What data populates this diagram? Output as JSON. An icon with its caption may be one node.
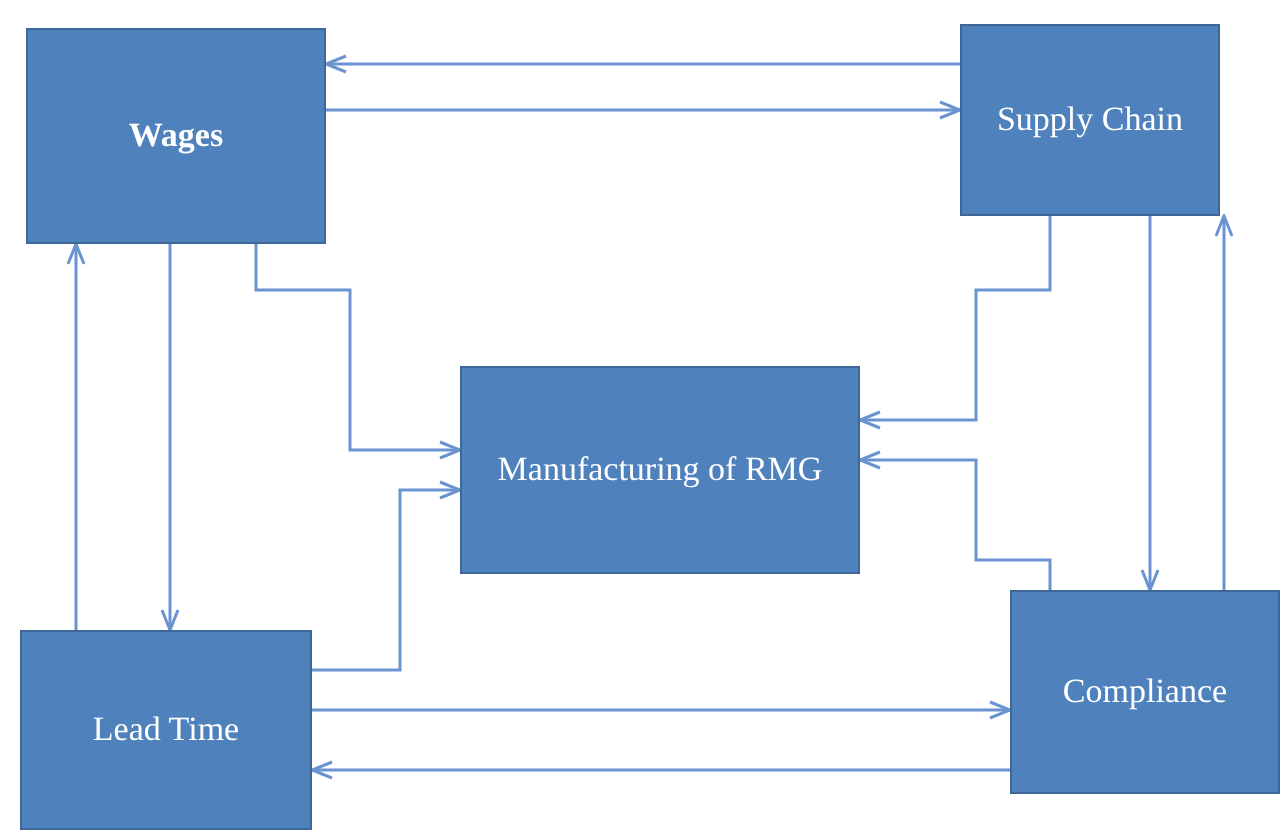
{
  "diagram": {
    "nodes": [
      {
        "text": [
          "Wages"
        ]
      },
      {
        "text": [
          "Supply Chain"
        ]
      },
      {
        "text": [
          "Manufacturing of RMG"
        ]
      },
      {
        "text": [
          "Lead Time"
        ]
      },
      {
        "text": [
          "Compliance"
        ]
      }
    ],
    "edges": [
      {
        "from": 1,
        "to": 0,
        "arrow": "to"
      },
      {
        "from": 0,
        "to": 1,
        "arrow": "to"
      },
      {
        "from": 3,
        "to": 0,
        "arrow": "to"
      },
      {
        "from": 0,
        "to": 3,
        "arrow": "to"
      },
      {
        "from": 0,
        "to": 2,
        "arrow": "to"
      },
      {
        "from": 3,
        "to": 2,
        "arrow": "to"
      },
      {
        "from": 1,
        "to": 2,
        "arrow": "to"
      },
      {
        "from": 4,
        "to": 2,
        "arrow": "to"
      },
      {
        "from": 1,
        "to": 4,
        "arrow": "to"
      },
      {
        "from": 4,
        "to": 1,
        "arrow": "to"
      },
      {
        "from": 3,
        "to": 4,
        "arrow": "to"
      },
      {
        "from": 4,
        "to": 3,
        "arrow": "to"
      }
    ]
  }
}
